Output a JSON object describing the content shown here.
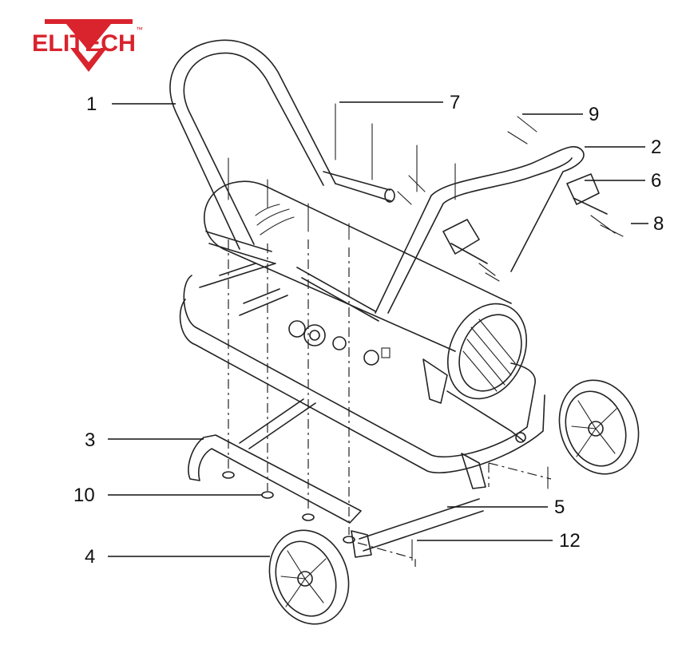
{
  "brand": {
    "name": "ELITECH",
    "trademark": "™",
    "color": "#d9232d"
  },
  "callouts": [
    {
      "num": "1"
    },
    {
      "num": "2"
    },
    {
      "num": "3"
    },
    {
      "num": "4"
    },
    {
      "num": "5"
    },
    {
      "num": "6"
    },
    {
      "num": "7"
    },
    {
      "num": "8"
    },
    {
      "num": "9"
    },
    {
      "num": "10"
    },
    {
      "num": "12"
    }
  ]
}
